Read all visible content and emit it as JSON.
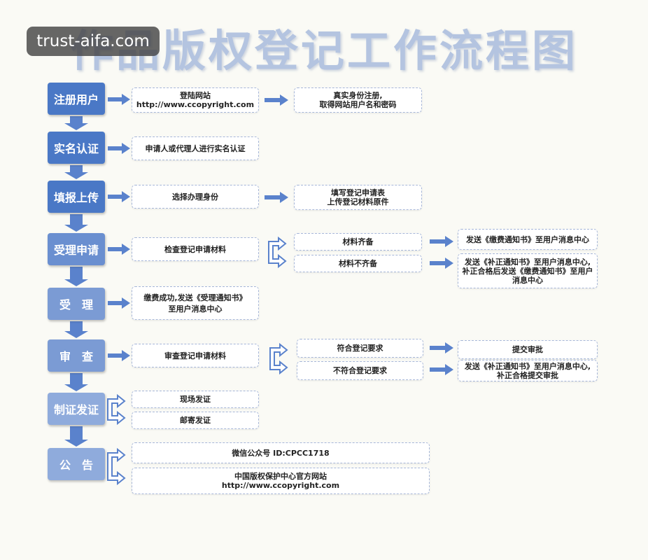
{
  "title": "作品版权登记工作流程图",
  "watermark": "trust-aifa.com",
  "colors": {
    "dark_step": "#4a78c6",
    "light_step": "#8fabdc",
    "arrow": "#5a82cc",
    "border": "#a7b7d9"
  },
  "steps": [
    {
      "label": "注册用户"
    },
    {
      "label": "实名认证"
    },
    {
      "label": "填报上传"
    },
    {
      "label": "受理申请"
    },
    {
      "label": "受　理"
    },
    {
      "label": "审　查"
    },
    {
      "label": "制证发证"
    },
    {
      "label": "公　告"
    }
  ],
  "nodes": {
    "login_site": {
      "line1": "登陆网站",
      "line2": "http://www.ccopyright.com"
    },
    "register": {
      "line1": "真实身份注册,",
      "line2": "取得网站用户名和密码"
    },
    "realname": {
      "line1": "申请人或代理人进行实名认证"
    },
    "identity": {
      "line1": "选择办理身份"
    },
    "fill_form": {
      "line1": "填写登记申请表",
      "line2": "上传登记材料原件"
    },
    "check_materials": {
      "line1": "检查登记申请材料"
    },
    "complete": {
      "line1": "材料齐备"
    },
    "incomplete": {
      "line1": "材料不齐备"
    },
    "send_fee": {
      "line1": "发送《缴费通知书》至用户消息中心"
    },
    "send_correction": {
      "line1": "发送《补正通知书》至用户消息中心,",
      "line2": "补正合格后发送《缴费通知书》至用户",
      "line3": "消息中心"
    },
    "paid": {
      "line1": "缴费成功,发送《受理通知书》",
      "line2": "至用户消息中心"
    },
    "review_materials": {
      "line1": "审查登记申请材料"
    },
    "meets": {
      "line1": "符合登记要求"
    },
    "not_meets": {
      "line1": "不符合登记要求"
    },
    "submit": {
      "line1": "提交审批"
    },
    "send_correction2": {
      "line1": "发送《补正通知书》至用户消息中心,",
      "line2": "补正合格提交审批"
    },
    "onsite": {
      "line1": "现场发证"
    },
    "mail": {
      "line1": "邮寄发证"
    },
    "wechat": {
      "line1": "微信公众号 ID:CPCC1718"
    },
    "official_site": {
      "line1": "中国版权保护中心官方网站",
      "line2": "http://www.ccopyright.com"
    }
  }
}
